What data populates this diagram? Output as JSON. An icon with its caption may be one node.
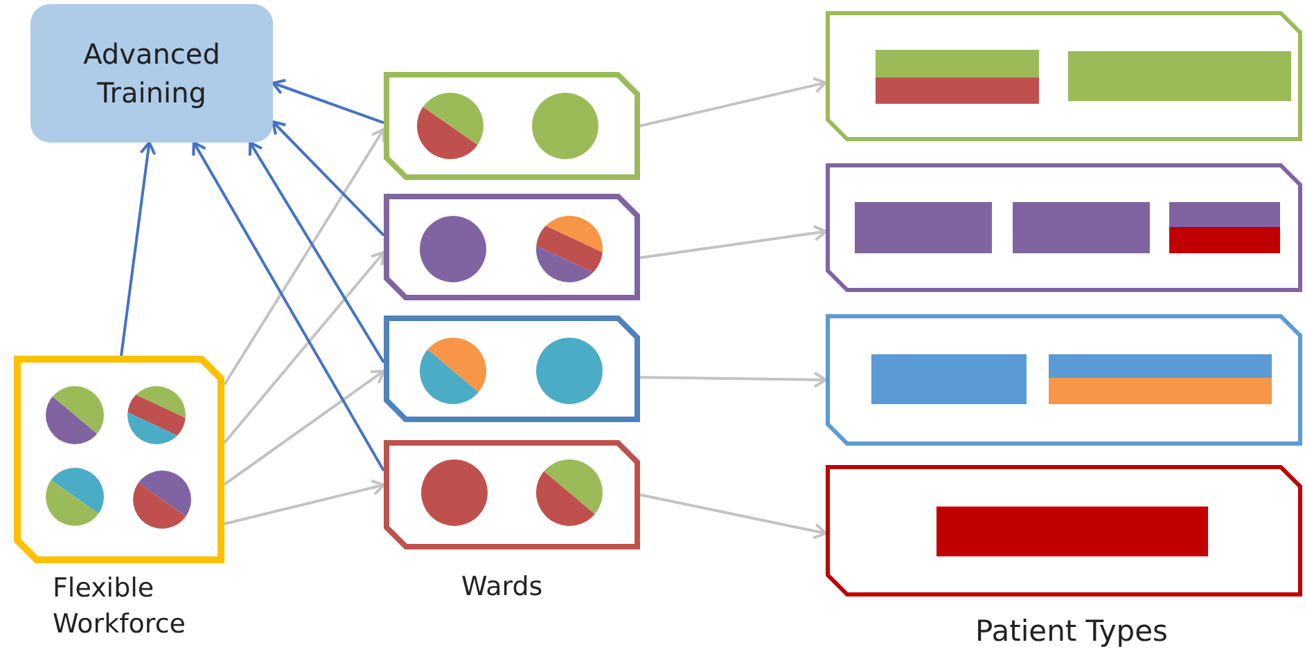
{
  "diagram": {
    "nodes": [
      {
        "text": [
          "Advanced Training"
        ]
      },
      {
        "text": [
          "Flexible Workforce"
        ]
      },
      {
        "text": [],
        "shape": "box"
      },
      {
        "text": [],
        "shape": "box"
      },
      {
        "text": [],
        "shape": "box"
      },
      {
        "text": [],
        "shape": "box"
      },
      {
        "text": [],
        "shape": "box"
      },
      {
        "text": [],
        "shape": "box"
      },
      {
        "text": [],
        "shape": "box"
      },
      {
        "text": [],
        "shape": "box"
      }
    ],
    "edges": [
      {
        "from": 1,
        "to": 0,
        "arrow": "to",
        "color": "#4472c4"
      },
      {
        "from": 1,
        "to": 2,
        "arrow": "to"
      },
      {
        "from": 1,
        "to": 3,
        "arrow": "to"
      },
      {
        "from": 1,
        "to": 4,
        "arrow": "to"
      },
      {
        "from": 1,
        "to": 5,
        "arrow": "to"
      },
      {
        "from": 2,
        "to": 0,
        "arrow": "to",
        "color": "#4472c4"
      },
      {
        "from": 3,
        "to": 0,
        "arrow": "to",
        "color": "#4472c4"
      },
      {
        "from": 4,
        "to": 0,
        "arrow": "to",
        "color": "#4472c4"
      },
      {
        "from": 5,
        "to": 0,
        "arrow": "to",
        "color": "#4472c4"
      },
      {
        "from": 2,
        "to": 6,
        "arrow": "to"
      },
      {
        "from": 3,
        "to": 7,
        "arrow": "to"
      },
      {
        "from": 4,
        "to": 8,
        "arrow": "to"
      },
      {
        "from": 5,
        "to": 9,
        "arrow": "to"
      }
    ],
    "labels": [
      "Wards",
      "Patient Types"
    ]
  }
}
